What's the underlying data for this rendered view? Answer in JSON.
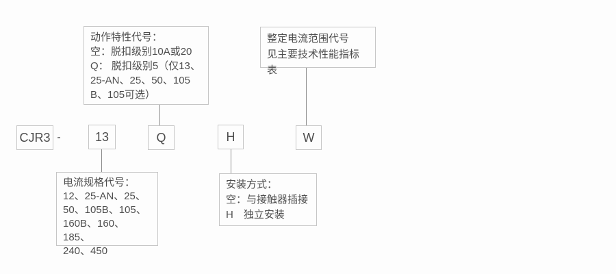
{
  "colors": {
    "background": "#fdfdfd",
    "box_border": "#c6c6c6",
    "text": "#4d4d4d",
    "connector": "#8c8c8c"
  },
  "model_code": {
    "prefix": "CJR3",
    "separator": "-",
    "current_spec": "13",
    "action_characteristic": "Q",
    "mounting": "H",
    "current_range": "W"
  },
  "callouts": {
    "action_characteristic": {
      "text": "动作特性代号：\n空：脱扣级别10A或20\nQ： 脱扣级别5（仅13、\n25-AN、25、50、105\nB、105可选）"
    },
    "current_range": {
      "text": "整定电流范围代号\n见主要技术性能指标表"
    },
    "current_spec": {
      "text": "电流规格代号：\n12、25-AN、25、\n50、105B、105、\n160B、160、185、\n240、450"
    },
    "mounting": {
      "text": "安装方式：\n空：与接触器插接\nH　独立安装"
    }
  }
}
